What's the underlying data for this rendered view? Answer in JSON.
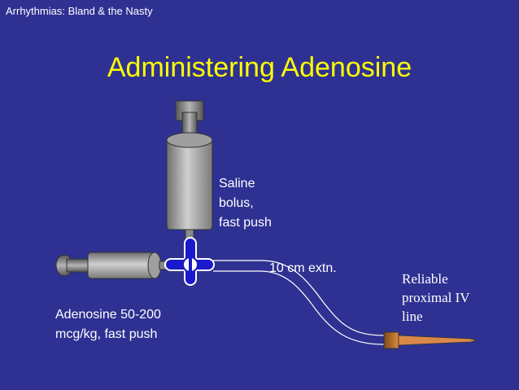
{
  "slide": {
    "header": "Arrhythmias: Bland & the Nasty",
    "title": "Administering Adenosine",
    "labels": {
      "saline": "Saline\nbolus,\nfast push",
      "extension": "10 cm extn.",
      "iv_line": "Reliable\nproximal IV\nline",
      "adenosine": "Adenosine 50-200\nmcg/kg, fast push"
    }
  },
  "colors": {
    "background": "#2e3192",
    "title": "#ffff00",
    "text": "#ffffff",
    "stopcock": "#1a1acc",
    "syringe": "#a8a8a8"
  },
  "icons": [
    "vertical-syringe-icon",
    "horizontal-syringe-icon",
    "three-way-stopcock-icon",
    "extension-tubing-icon",
    "iv-cannula-icon"
  ]
}
